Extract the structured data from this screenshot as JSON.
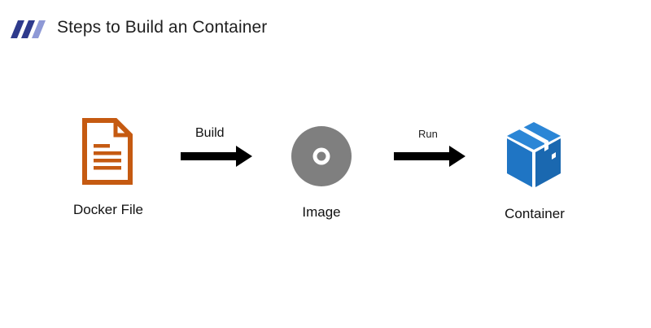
{
  "header": {
    "title": "Steps to Build an Container"
  },
  "steps": [
    {
      "label": "Docker File",
      "icon": "document-icon",
      "color": "#C55A11"
    },
    {
      "label": "Image",
      "icon": "disc-icon",
      "color": "#7F7F7F"
    },
    {
      "label": "Container",
      "icon": "box-icon",
      "color": "#1F75C4"
    }
  ],
  "transitions": [
    {
      "label": "Build",
      "from": "Docker File",
      "to": "Image"
    },
    {
      "label": "Run",
      "from": "Image",
      "to": "Container"
    }
  ],
  "colors": {
    "logo_dark": "#2E3A8C",
    "logo_light": "#8E99D6",
    "arrow": "#000000"
  }
}
